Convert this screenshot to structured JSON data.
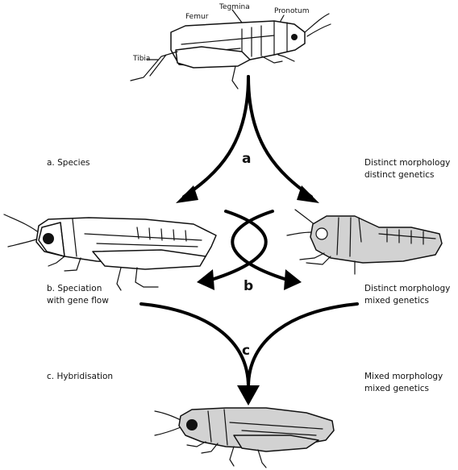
{
  "parts": {
    "tegmina": "Tegmina",
    "pronotum": "Pronotum",
    "femur": "Femur",
    "tibia": "Tibia"
  },
  "markers": {
    "a": "a",
    "b": "b",
    "c": "c"
  },
  "stages": {
    "a_left": "a. Species",
    "a_right_1": "Distinct morphology",
    "a_right_2": "distinct genetics",
    "b_left_1": "b. Speciation",
    "b_left_2": "with gene flow",
    "b_right_1": "Distinct morphology",
    "b_right_2": "mixed genetics",
    "c_left": "c. Hybridisation",
    "c_right_1": "Mixed morphology",
    "c_right_2": "mixed genetics"
  },
  "colors": {
    "ink": "#111111",
    "shade": "#d2d2d2"
  }
}
